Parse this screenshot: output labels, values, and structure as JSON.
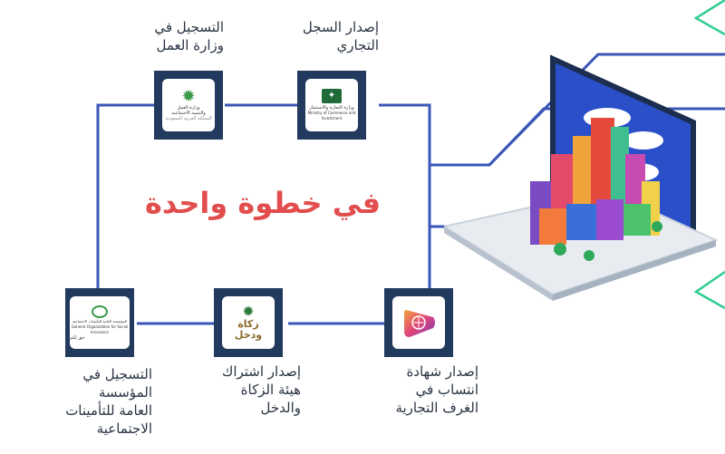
{
  "title": "في خطوة واحدة",
  "colors": {
    "node_bg": "#223a5e",
    "line": "#3a57b8",
    "title": "#e24d4d",
    "accent_green": "#2ecc8f"
  },
  "nodes": [
    {
      "id": "labor",
      "label_lines": [
        "التسجيل في",
        "وزارة العمل"
      ],
      "logo_lines": [
        "وزارة العمل",
        "والتنمية الاجتماعية",
        "المملكة العربية السعودية"
      ]
    },
    {
      "id": "commerce",
      "label_lines": [
        "إصدار السجل",
        "التجاري"
      ],
      "logo_lines": [
        "وزارة التجارة والاستثمار",
        "Ministry of Commerce and Investment"
      ]
    },
    {
      "id": "chamber",
      "label_lines": [
        "إصدار شهادة",
        "انتساب في",
        "الغرف التجارية"
      ]
    },
    {
      "id": "zakat",
      "label_lines": [
        "إصدار اشتراك",
        "هيئة الزكاة",
        "والدخل"
      ],
      "logo_lines": [
        "زكاة",
        "ودخل"
      ]
    },
    {
      "id": "gosi",
      "label_lines": [
        "التسجيل في",
        "المؤسسة",
        "العامة للتأمينات",
        "الاجتماعية"
      ],
      "logo_lines": [
        "المؤسسة العامة للتأمينات الاجتماعية",
        "General Organization for Social Insurance",
        "حق لكم"
      ]
    }
  ]
}
